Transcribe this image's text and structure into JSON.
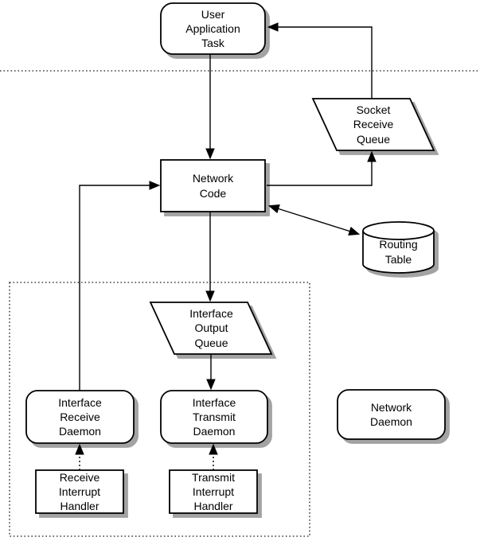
{
  "nodes": {
    "user_application_task": {
      "label": "User\nApplication\nTask",
      "shape": "rounded-rectangle"
    },
    "socket_receive_queue": {
      "label": "Socket\nReceive\nQueue",
      "shape": "parallelogram"
    },
    "network_code": {
      "label": "Network\nCode",
      "shape": "rectangle"
    },
    "routing_table": {
      "label": "Routing\nTable",
      "shape": "cylinder"
    },
    "interface_output_queue": {
      "label": "Interface\nOutput\nQueue",
      "shape": "parallelogram"
    },
    "interface_receive_daemon": {
      "label": "Interface\nReceive\nDaemon",
      "shape": "rounded-rectangle"
    },
    "interface_transmit_daemon": {
      "label": "Interface\nTransmit\nDaemon",
      "shape": "rounded-rectangle"
    },
    "network_daemon": {
      "label": "Network\nDaemon",
      "shape": "rounded-rectangle"
    },
    "receive_interrupt_handler": {
      "label": "Receive\nInterrupt\nHandler",
      "shape": "rectangle"
    },
    "transmit_interrupt_handler": {
      "label": "Transmit\nInterrupt\nHandler",
      "shape": "rectangle"
    }
  },
  "edges": [
    {
      "from": "user_application_task",
      "to": "network_code",
      "line": "solid",
      "arrows": "end"
    },
    {
      "from": "socket_receive_queue",
      "to": "user_application_task",
      "line": "solid",
      "arrows": "end"
    },
    {
      "from": "network_code",
      "to": "socket_receive_queue",
      "line": "solid",
      "arrows": "end"
    },
    {
      "from": "network_code",
      "to": "routing_table",
      "line": "solid",
      "arrows": "both"
    },
    {
      "from": "network_code",
      "to": "interface_output_queue",
      "line": "solid",
      "arrows": "end"
    },
    {
      "from": "interface_output_queue",
      "to": "interface_transmit_daemon",
      "line": "solid",
      "arrows": "end"
    },
    {
      "from": "interface_receive_daemon",
      "to": "network_code",
      "line": "solid",
      "arrows": "end"
    },
    {
      "from": "receive_interrupt_handler",
      "to": "interface_receive_daemon",
      "line": "dotted",
      "arrows": "end"
    },
    {
      "from": "transmit_interrupt_handler",
      "to": "interface_transmit_daemon",
      "line": "dotted",
      "arrows": "end"
    }
  ],
  "regions": {
    "separator_line": {
      "style": "dotted",
      "orientation": "horizontal"
    },
    "boundary_box": {
      "style": "dotted",
      "shape": "rectangle"
    }
  },
  "colors": {
    "background": "#ffffff",
    "stroke": "#000000",
    "fill": "#ffffff",
    "shadow": "#a3a3a3"
  }
}
